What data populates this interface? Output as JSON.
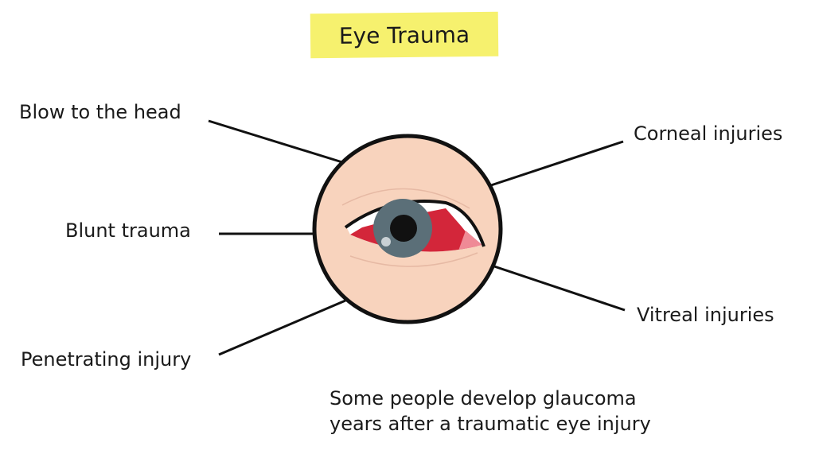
{
  "title": "Eye Trauma",
  "labels": {
    "blow_to_head": "Blow to the head",
    "blunt_trauma": "Blunt trauma",
    "penetrating_injury": "Penetrating injury",
    "corneal_injuries": "Corneal injuries",
    "vitreal_injuries": "Vitreal injuries"
  },
  "note": [
    "Some people develop glaucoma",
    "years after a traumatic eye injury"
  ],
  "colors": {
    "highlight": "#f6f16e",
    "skin": "#f8d3bd",
    "blood": "#d3263a",
    "iris": "#5b6f78"
  }
}
